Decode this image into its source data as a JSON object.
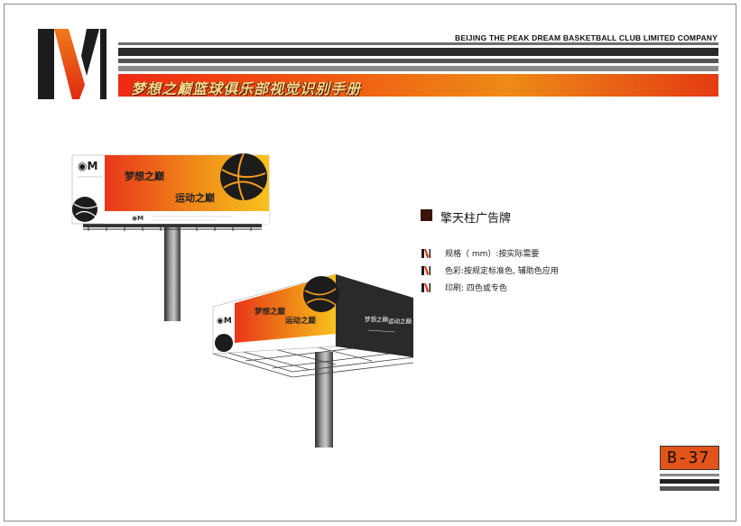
{
  "header": {
    "company": "BEIJING THE PEAK DREAM  BASKETBALL  CLUB  LIMITED COMPANY",
    "manual_title": "梦想之巅篮球俱乐部视觉识别手册"
  },
  "section": {
    "title": "擎天柱广告牌",
    "specs": [
      "规格（ mm）:按实际需要",
      "色彩:按规定标准色, 辅助色应用",
      "印刷: 四色或专色"
    ]
  },
  "billboard_front": {
    "slogan_1": "梦想之巅",
    "slogan_2": "运动之巅"
  },
  "billboard_angled": {
    "slogan_1": "梦想之巅",
    "slogan_2": "运动之巅",
    "side_slogan_1": "梦想之巅",
    "side_slogan_2": "运动之巅"
  },
  "page_code": "B-37",
  "colors": {
    "brand_red": "#e8361a",
    "brand_orange": "#f08a18",
    "brand_yellow": "#f8c21e",
    "dark": "#1e1e1e"
  }
}
